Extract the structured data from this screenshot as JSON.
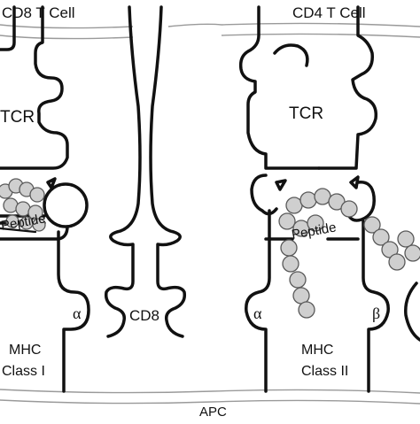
{
  "labels": {
    "cd8_t_cell": "CD8 T Cell",
    "cd4_t_cell": "CD4 T Cell",
    "tcr_left": "TCR",
    "tcr_right": "TCR",
    "peptide_left": "Peptide",
    "peptide_right": "Peptide",
    "cd8": "CD8",
    "alpha_left": "α",
    "alpha_right": "α",
    "beta_right": "β",
    "mhc_class1_line1": "MHC",
    "mhc_class1_line2": "Class I",
    "mhc_class2_line1": "MHC",
    "mhc_class2_line2": "Class II",
    "apc": "APC"
  },
  "colors": {
    "outline": "#111111",
    "membrane": "#9a9a9a",
    "peptide_bead_fill": "#cfcfcf",
    "peptide_bead_stroke": "#5a5a5a"
  }
}
